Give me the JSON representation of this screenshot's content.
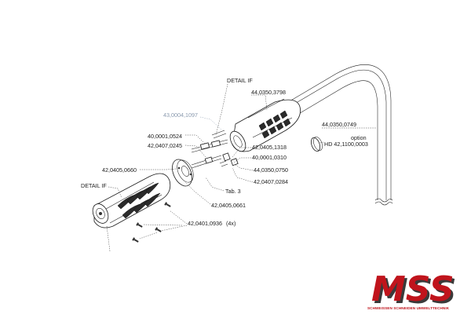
{
  "diagram": {
    "labels": {
      "detail_if_top": "DETAIL IF",
      "p_44_0350_3798": "44,0350,3798",
      "p_43_0004_1097": "43,0004,1097",
      "p_40_0001_0524": "40,0001,0524",
      "p_42_0407_0245": "42,0407,0245",
      "p_42_0405_0660": "42,0405,0660",
      "detail_if_left": "DETAIL IF",
      "p_44_0350_0749": "44,0350,0749",
      "option": "option",
      "hd_42_1100_0003": "HD 42,1100,0003",
      "p_42_0405_1318": "42,0405,1318",
      "p_40_0001_0310": "40,0001,0310",
      "p_44_0350_0750": "44,0350,0750",
      "p_42_0407_0284": "42,0407,0284",
      "tab_3": "Tab. 3",
      "p_42_0405_0661": "42,0405,0661",
      "p_42_0401_0936": "42,0401,0936",
      "qty_4x": "(4x)"
    },
    "logo": {
      "letters": "MSS",
      "tagline": "SCHWEISSEN SCHNEIDEN UMWELTTECHNIK",
      "color_red": "#c0141c",
      "color_dark": "#3a3a3a"
    }
  }
}
